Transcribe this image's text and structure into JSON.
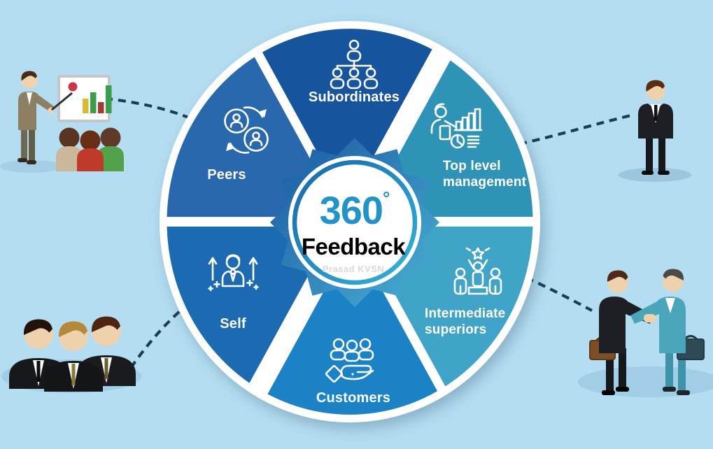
{
  "title": {
    "number": "360",
    "degree": "°",
    "word": "Feedback",
    "watermark": "Prasad KVSN"
  },
  "segments": [
    {
      "id": "subordinates",
      "label": "Subordinates",
      "color": "#15549e",
      "icon": "org-hierarchy-icon"
    },
    {
      "id": "top-level-management",
      "label_line1": "Top level",
      "label_line2": "management",
      "color": "#2d93b7",
      "icon": "manager-chart-icon"
    },
    {
      "id": "intermediate-superiors",
      "label_line1": "Intermediate",
      "label_line2": "superiors",
      "color": "#41a3c8",
      "icon": "winner-team-icon"
    },
    {
      "id": "customers",
      "label": "Customers",
      "color": "#1e82c6",
      "icon": "hand-holding-people-icon"
    },
    {
      "id": "self",
      "label": "Self",
      "color": "#1a6bb1",
      "icon": "self-growth-icon"
    },
    {
      "id": "peers",
      "label": "Peers",
      "color": "#2a67ad",
      "icon": "people-exchange-icon"
    }
  ],
  "colors": {
    "background": "#b5ddf1",
    "divider": "#ffffff",
    "dashed_line": "#1d3c55",
    "hub_ring_dark": "#1565ab",
    "hub_ring_light": "#35b6d9",
    "center_number": "#2193ca",
    "center_word": "#000000",
    "watermark": "#d9d9d9"
  },
  "illustrations": [
    {
      "id": "presenter-with-audience",
      "position": "top-left"
    },
    {
      "id": "standing-businessman",
      "position": "top-right"
    },
    {
      "id": "three-businessmen",
      "position": "bottom-left"
    },
    {
      "id": "handshake-businessmen",
      "position": "bottom-right"
    }
  ]
}
